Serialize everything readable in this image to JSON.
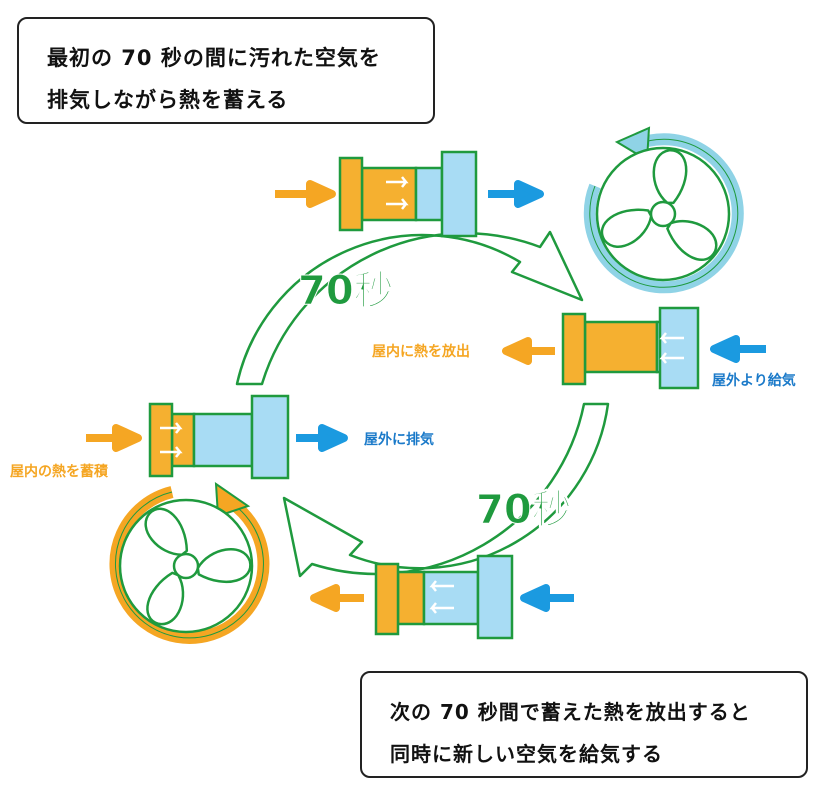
{
  "callouts": {
    "top": {
      "line1": "最初の 70 秒の間に汚れた空気を",
      "line2": "排気しながら熱を蓄える"
    },
    "bottom": {
      "line1": "次の 70 秒間で蓄えた熱を放出すると",
      "line2": "同時に新しい空気を給気する"
    }
  },
  "cycle": {
    "duration_top": "70秒",
    "duration_bottom": "70秒"
  },
  "labels": {
    "indoor_heat_store": "屋内の熱を蓄積",
    "outdoor_exhaust": "屋外に排気",
    "indoor_heat_release": "屋内に熱を放出",
    "outdoor_supply": "屋外より給気"
  },
  "colors": {
    "green": "#1f9a3e",
    "orange": "#f5a623",
    "blue": "#1b9ae0",
    "light_blue": "#a8dcf4",
    "cyan_ring": "#8fd3e6"
  }
}
